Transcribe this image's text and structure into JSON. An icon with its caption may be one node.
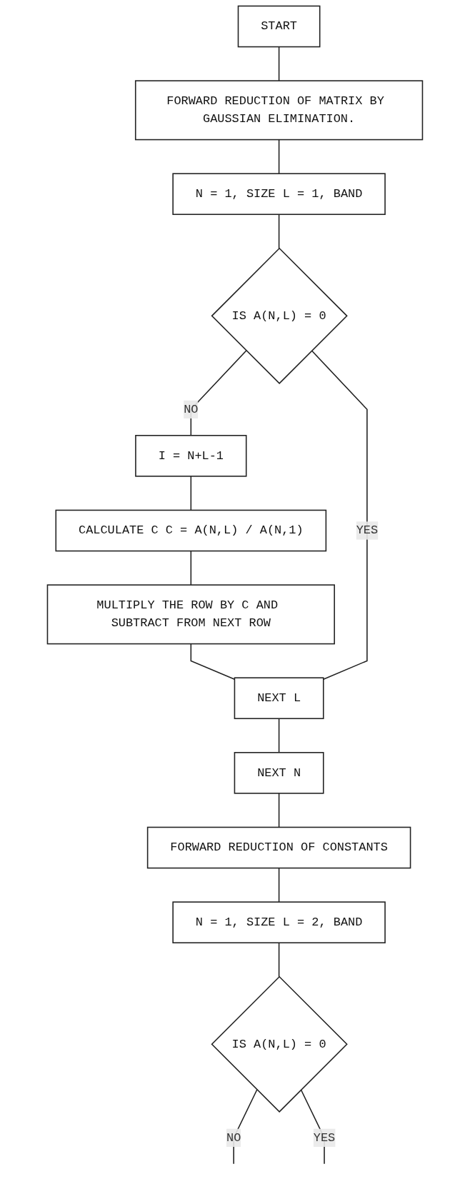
{
  "diagram": {
    "nodes": [
      {
        "text": [
          "START"
        ]
      },
      {
        "text": [
          "FORWARD REDUCTION OF MATRIX BY GAUSSIAN ELIMINATION."
        ]
      },
      {
        "text": [
          "N = 1, SIZE L = 1, BAND"
        ]
      },
      {
        "text": [
          "IS A(N,L) = 0"
        ]
      },
      {
        "text": [
          "I = N+L-1"
        ]
      },
      {
        "text": [
          "CALCULATE C C = A(N,L) / A(N,1)"
        ]
      },
      {
        "text": [
          "MULTIPLY THE ROW BY C AND SUBTRACT FROM NEXT ROW"
        ]
      },
      {
        "text": [
          "NEXT L"
        ]
      },
      {
        "text": [
          "NEXT N"
        ]
      },
      {
        "text": [
          "FORWARD REDUCTION OF CONSTANTS"
        ]
      },
      {
        "text": [
          "N = 1, SIZE L = 2, BAND"
        ]
      },
      {
        "text": [
          "IS A(N,L) = 0"
        ]
      }
    ],
    "edges": [
      {
        "from": 0,
        "to": 1,
        "arrow": "none"
      },
      {
        "from": 1,
        "to": 2,
        "arrow": "none"
      },
      {
        "from": 2,
        "to": 3,
        "arrow": "none"
      },
      {
        "from": 3,
        "to": 4,
        "label": "NO",
        "arrow": "none"
      },
      {
        "from": 4,
        "to": 5,
        "arrow": "none"
      },
      {
        "from": 5,
        "to": 6,
        "arrow": "none"
      },
      {
        "from": 6,
        "to": 7,
        "arrow": "none"
      },
      {
        "from": 3,
        "to": 7,
        "label": "YES",
        "arrow": "none"
      },
      {
        "from": 7,
        "to": 8,
        "arrow": "none"
      },
      {
        "from": 8,
        "to": 9,
        "arrow": "none"
      },
      {
        "from": 9,
        "to": 10,
        "arrow": "none"
      },
      {
        "from": 10,
        "to": 11,
        "arrow": "none"
      },
      {
        "from": 11,
        "to": null,
        "label": "NO",
        "arrow": "none"
      },
      {
        "from": 11,
        "to": null,
        "label": "YES",
        "arrow": "none"
      }
    ]
  }
}
